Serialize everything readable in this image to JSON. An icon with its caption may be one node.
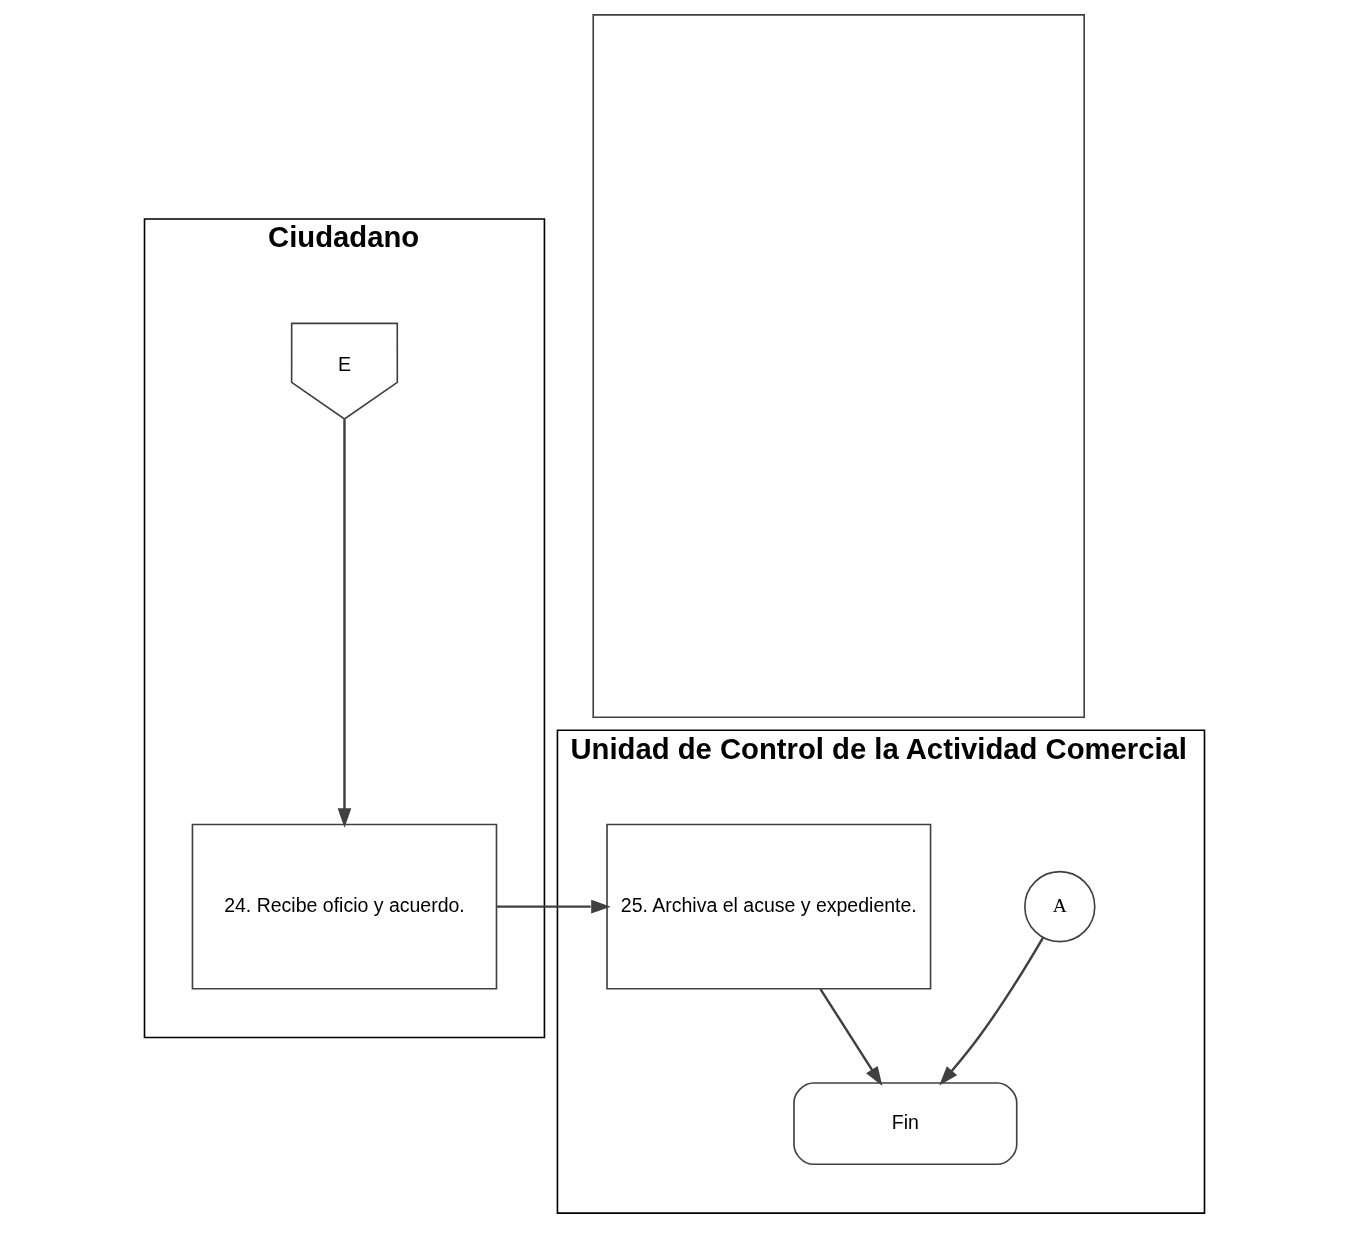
{
  "diagram": {
    "nodes": [
      {
        "text": [
          "Ciudadano"
        ]
      },
      {
        "text": [
          "E"
        ],
        "in": 0
      },
      {
        "text": [
          "24. Recibe oficio y acuerdo."
        ],
        "in": 0
      },
      {
        "text": [
          "Unidad de Control de la Actividad Comercial"
        ]
      },
      {
        "text": [
          "25. Archiva el acuse y expediente."
        ],
        "in": 3
      },
      {
        "text": [
          "A"
        ],
        "in": 3
      },
      {
        "text": [
          "Fin"
        ],
        "in": 3
      },
      {
        "text": [],
        "shape": "box"
      }
    ],
    "edges": [
      {
        "from": 1,
        "to": 2,
        "arrow": "to"
      },
      {
        "from": 2,
        "to": 4,
        "arrow": "to"
      },
      {
        "from": 4,
        "to": 6,
        "arrow": "to"
      },
      {
        "from": 5,
        "to": 6,
        "arrow": "to"
      }
    ]
  }
}
